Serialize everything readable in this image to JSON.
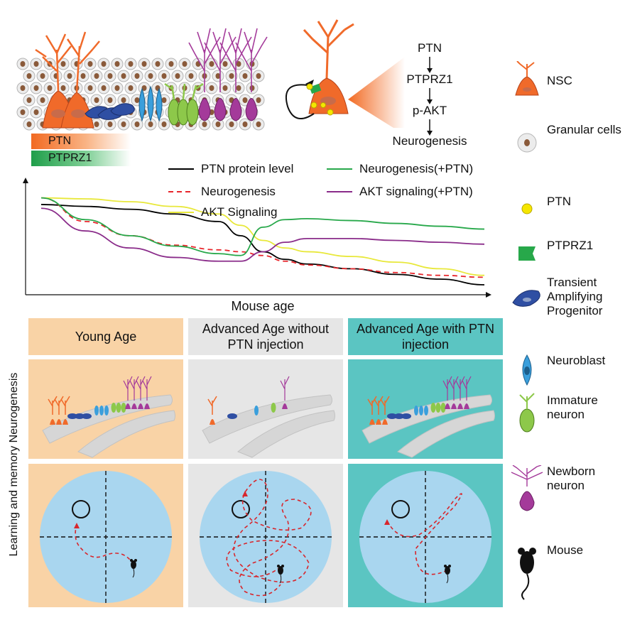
{
  "pathway": [
    "PTN",
    "PTPRZ1",
    "p-AKT",
    "Neurogenesis"
  ],
  "bars": {
    "ptn": "PTN",
    "ptprz1": "PTPRZ1"
  },
  "chart_data": {
    "type": "line",
    "xlabel": "Mouse age",
    "ylabel": "",
    "xlim": [
      0,
      100
    ],
    "ylim": [
      0,
      100
    ],
    "x": [
      0,
      10,
      20,
      30,
      40,
      45,
      50,
      55,
      60,
      70,
      80,
      90,
      100
    ],
    "series": [
      {
        "name": "PTN protein level",
        "color": "#000000",
        "dash": false,
        "values": [
          88,
          86,
          83,
          78,
          70,
          55,
          38,
          30,
          25,
          20,
          14,
          9,
          3
        ]
      },
      {
        "name": "Neurogenesis",
        "color": "#e8262c",
        "dash": true,
        "values": [
          95,
          70,
          55,
          45,
          40,
          38,
          34,
          28,
          24,
          20,
          16,
          13,
          11
        ]
      },
      {
        "name": "AKT Signaling",
        "color": "#e8e83a",
        "dash": false,
        "values": [
          95,
          94,
          91,
          86,
          78,
          66,
          50,
          42,
          38,
          33,
          27,
          20,
          13
        ]
      },
      {
        "name": "Neurogenesis(+PTN)",
        "color": "#27a84a",
        "dash": false,
        "values": [
          95,
          72,
          55,
          44,
          36,
          34,
          64,
          72,
          73,
          71,
          68,
          65,
          62
        ]
      },
      {
        "name": "AKT signaling(+PTN)",
        "color": "#8a2c8a",
        "dash": false,
        "values": [
          84,
          60,
          42,
          32,
          28,
          28,
          38,
          48,
          52,
          52,
          50,
          48,
          46
        ]
      }
    ]
  },
  "conditions": [
    {
      "label": "Young Age",
      "bg": "#f9d3a6"
    },
    {
      "label": "Advanced Age without PTN injection",
      "bg": "#e6e6e6"
    },
    {
      "label": "Advanced Age with PTN injection",
      "bg": "#5bc5c2"
    }
  ],
  "y_axis_label": "Learning and memory Neurogenesis",
  "legend": [
    {
      "label": "NSC",
      "icon": "nsc-icon"
    },
    {
      "label": "Granular cells",
      "icon": "granular-cell-icon"
    },
    {
      "label": "PTN",
      "icon": "ptn-dot-icon"
    },
    {
      "label": "PTPRZ1",
      "icon": "ptprz1-receptor-icon"
    },
    {
      "label": "Transient Amplifying Progenitor",
      "icon": "tap-icon"
    },
    {
      "label": "Neuroblast",
      "icon": "neuroblast-icon"
    },
    {
      "label": "Immature neuron",
      "icon": "immature-neuron-icon"
    },
    {
      "label": "Newborn neuron",
      "icon": "newborn-neuron-icon"
    },
    {
      "label": "Mouse",
      "icon": "mouse-icon"
    }
  ],
  "colors": {
    "nsc": "#f06a2a",
    "tap": "#2f4fa3",
    "neuroblast": "#3a9fdc",
    "immature": "#8dc84a",
    "newborn": "#a43a9a",
    "pool": "#a9d6ef",
    "ptn": "#f5e600",
    "ptprz1": "#27a84a"
  }
}
